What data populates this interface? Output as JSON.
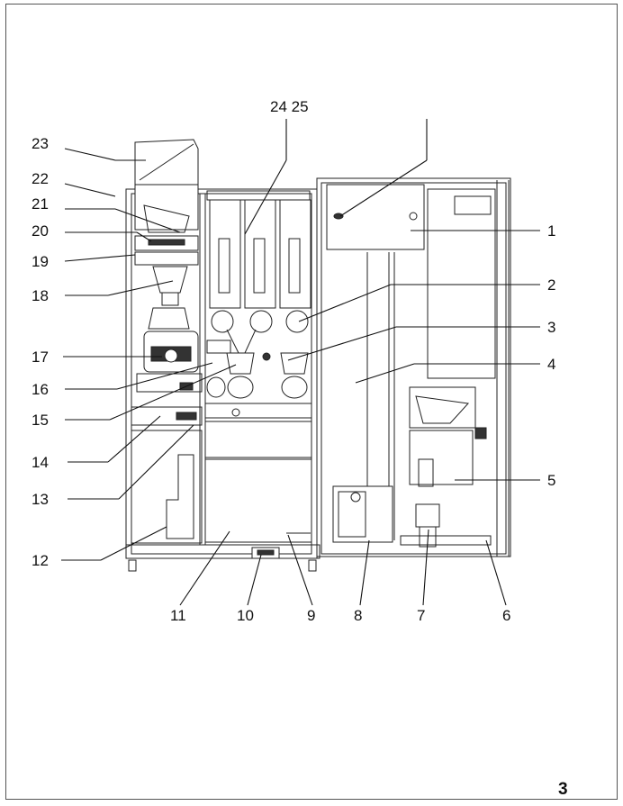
{
  "labels": {
    "l1": "1",
    "l2": "2",
    "l3": "3",
    "l4": "4",
    "l5": "5",
    "l6": "6",
    "l7": "7",
    "l8": "8",
    "l9": "9",
    "l10": "10",
    "l11": "11",
    "l12": "12",
    "l13": "13",
    "l14": "14",
    "l15": "15",
    "l16": "16",
    "l17": "17",
    "l18": "18",
    "l19": "19",
    "l20": "20",
    "l21": "21",
    "l22": "22",
    "l23": "23",
    "l2425": "24 25"
  },
  "page_number": "3"
}
